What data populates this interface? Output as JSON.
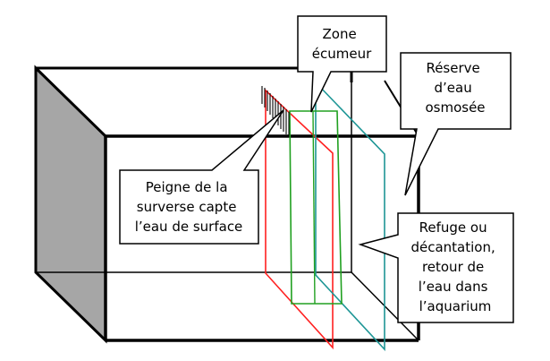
{
  "colors": {
    "outline": "#000000",
    "side_panel": "#a6a6a6",
    "red_panel": "#ff2020",
    "green_panel": "#20a020",
    "teal_panel": "#1e9696",
    "callout_fill": "#ffffff"
  },
  "callouts": {
    "skimmer_zone": {
      "lines": [
        "Zone",
        "écumeur"
      ]
    },
    "osmosis_reserve": {
      "lines": [
        "Réserve",
        "d’eau",
        "osmosée"
      ]
    },
    "overflow_comb": {
      "lines": [
        "Peigne de la",
        "surverse capte",
        "l’eau de surface"
      ]
    },
    "refuge": {
      "lines": [
        "Refuge ou",
        "décantation,",
        "retour de",
        "l’eau dans",
        "l’aquarium"
      ]
    }
  }
}
